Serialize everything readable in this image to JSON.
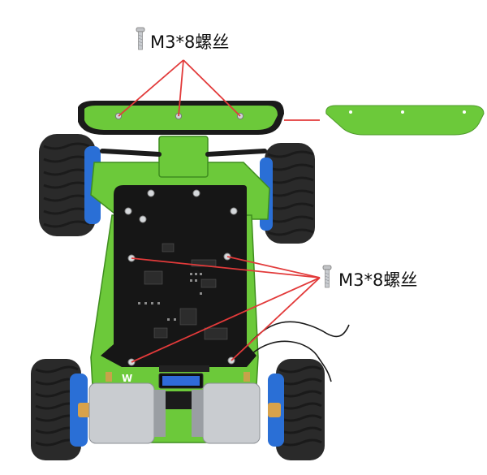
{
  "labels": {
    "top_screw": "M3*8螺丝",
    "right_screw": "M3*8螺丝"
  },
  "board": {
    "brand_mark": "W"
  },
  "colors": {
    "chassis_green": "#6cc93a",
    "board_black": "#161616",
    "annotation_red": "#e23a3a",
    "tire": "#2a2a2a",
    "hub_blue": "#2a6fd6",
    "motor_silver": "#c9ccd0",
    "screen_blue": "#2f6bd9"
  }
}
